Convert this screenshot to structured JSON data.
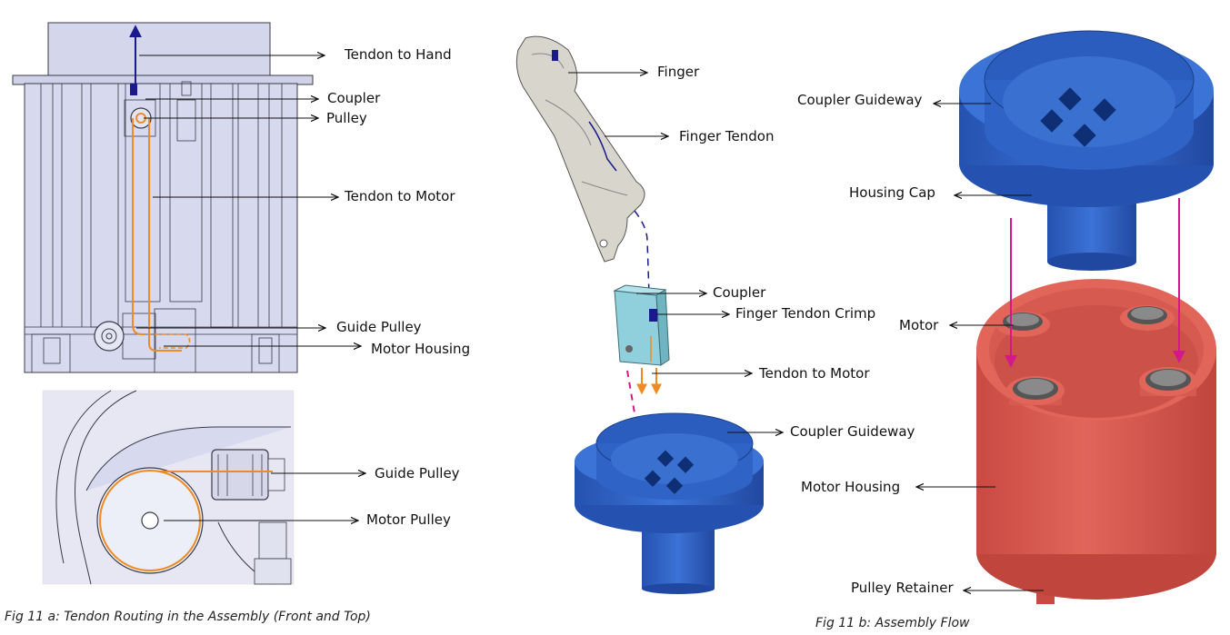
{
  "figure": {
    "captions": {
      "left": "Fig 11 a: Tendon Routing in the Assembly (Front and Top)",
      "right": "Fig 11 b: Assembly Flow"
    },
    "front_view_labels": {
      "tendon_to_hand": "Tendon to Hand",
      "coupler": "Coupler",
      "pulley": "Pulley",
      "tendon_to_motor": "Tendon to Motor",
      "guide_pulley": "Guide Pulley",
      "motor_housing": "Motor Housing"
    },
    "top_view_labels": {
      "guide_pulley": "Guide Pulley",
      "motor_pulley": "Motor Pulley"
    },
    "exploded_labels": {
      "finger": "Finger",
      "finger_tendon": "Finger Tendon",
      "coupler": "Coupler",
      "finger_tendon_crimp": "Finger Tendon Crimp",
      "tendon_to_motor": "Tendon to Motor",
      "coupler_guideway": "Coupler Guideway"
    },
    "assembly_labels": {
      "coupler_guideway": "Coupler Guideway",
      "housing_cap": "Housing Cap",
      "motor": "Motor",
      "motor_housing": "Motor Housing",
      "pulley_retainer": "Pulley Retainer"
    },
    "colors": {
      "cad_part": "#d7d9ef",
      "cad_line": "#3a3a48",
      "tendon_orange": "#f08a24",
      "tendon_blue": "#1a1a8c",
      "guideway_blue": "#2f63c6",
      "housing_red": "#d9584e",
      "coupler_teal": "#8fd0dc",
      "finger_grey": "#d8d6cc",
      "flow_arrow_magenta": "#d4178a"
    }
  }
}
